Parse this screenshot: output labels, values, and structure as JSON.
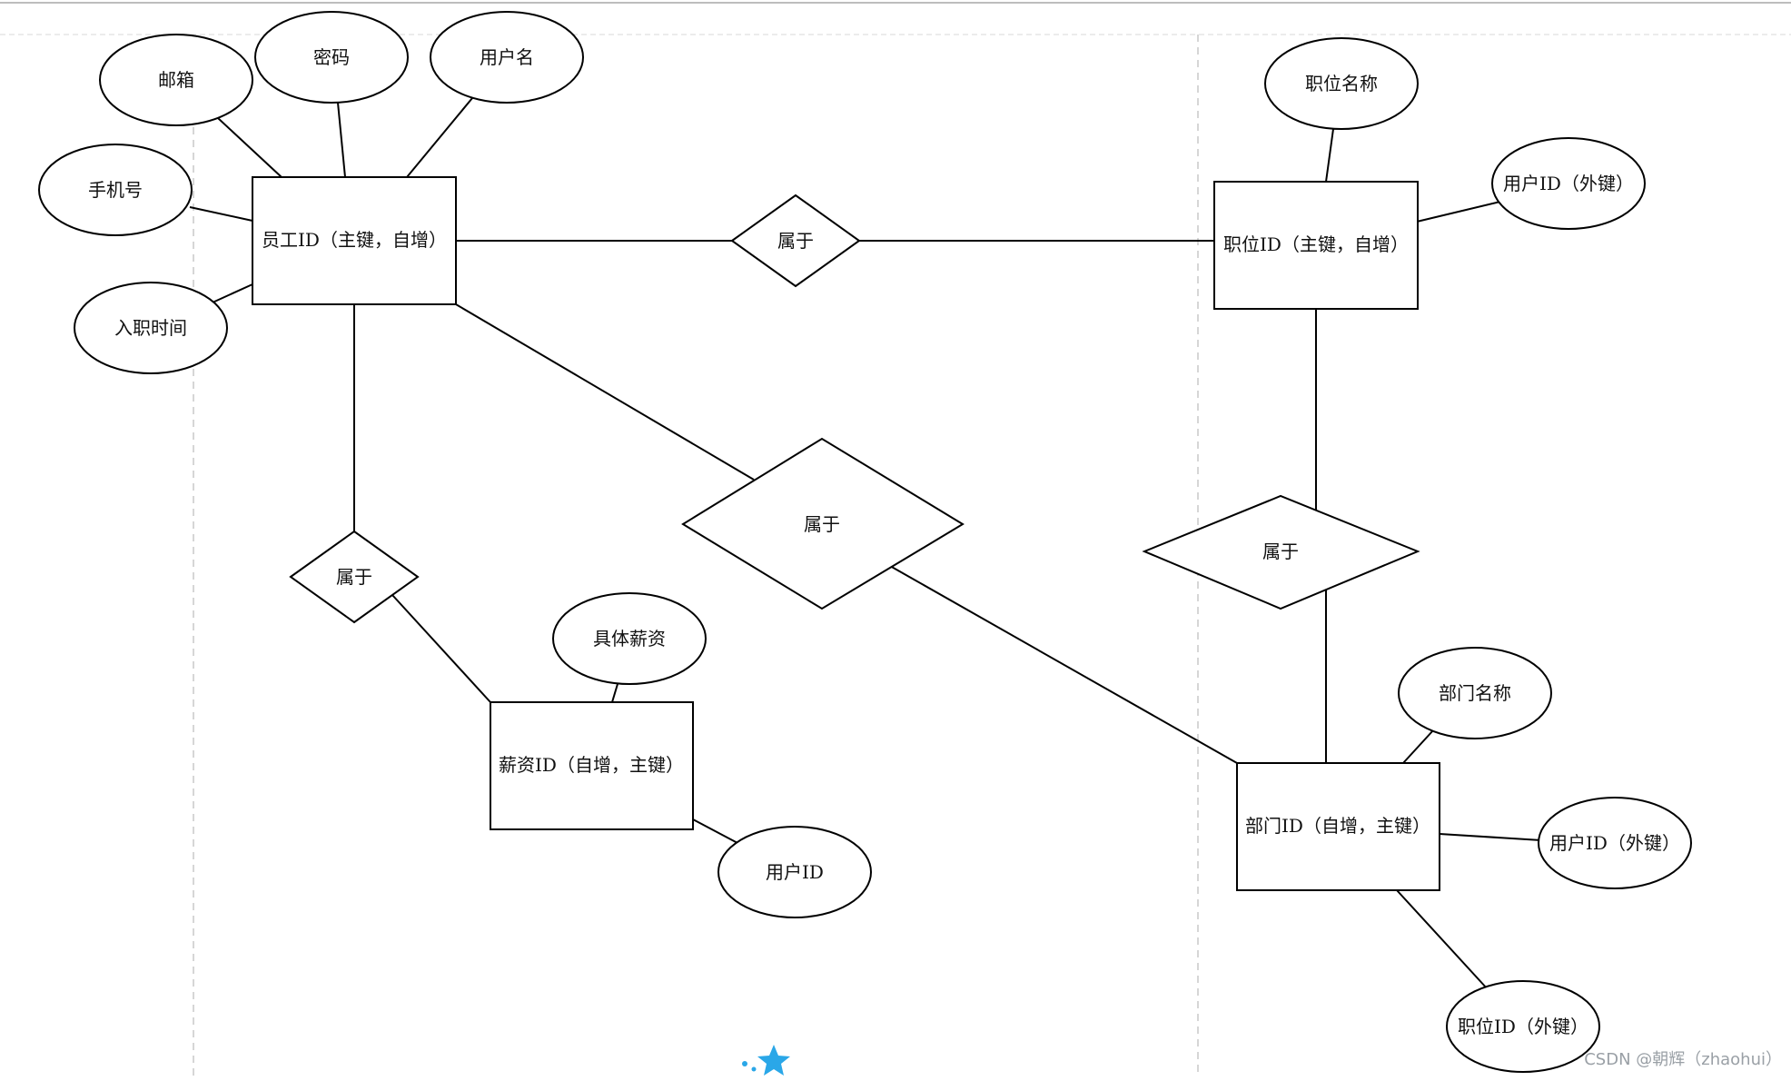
{
  "entities": {
    "employee": "员工ID（主键，自增）",
    "position": "职位ID（主键，自增）",
    "salary": "薪资ID（自增，主键）",
    "department": "部门ID（自增，主键）"
  },
  "relationships": {
    "emp_pos": "属于",
    "emp_dept": "属于",
    "emp_salary": "属于",
    "pos_dept": "属于"
  },
  "attributes": {
    "email": "邮箱",
    "password": "密码",
    "username": "用户名",
    "phone": "手机号",
    "hire_time": "入职时间",
    "position_name": "职位名称",
    "position_user_id": "用户ID（外键）",
    "salary_amount": "具体薪资",
    "salary_user_id": "用户ID",
    "dept_name": "部门名称",
    "dept_user_id": "用户ID（外键）",
    "dept_position_id": "职位ID（外键）"
  },
  "watermark": "CSDN @朝辉（zhaohui）",
  "colors": {
    "stroke": "#000000",
    "guide": "#c8c8c8",
    "watermark": "#9aa0a6",
    "star": "#2aa7e8"
  }
}
